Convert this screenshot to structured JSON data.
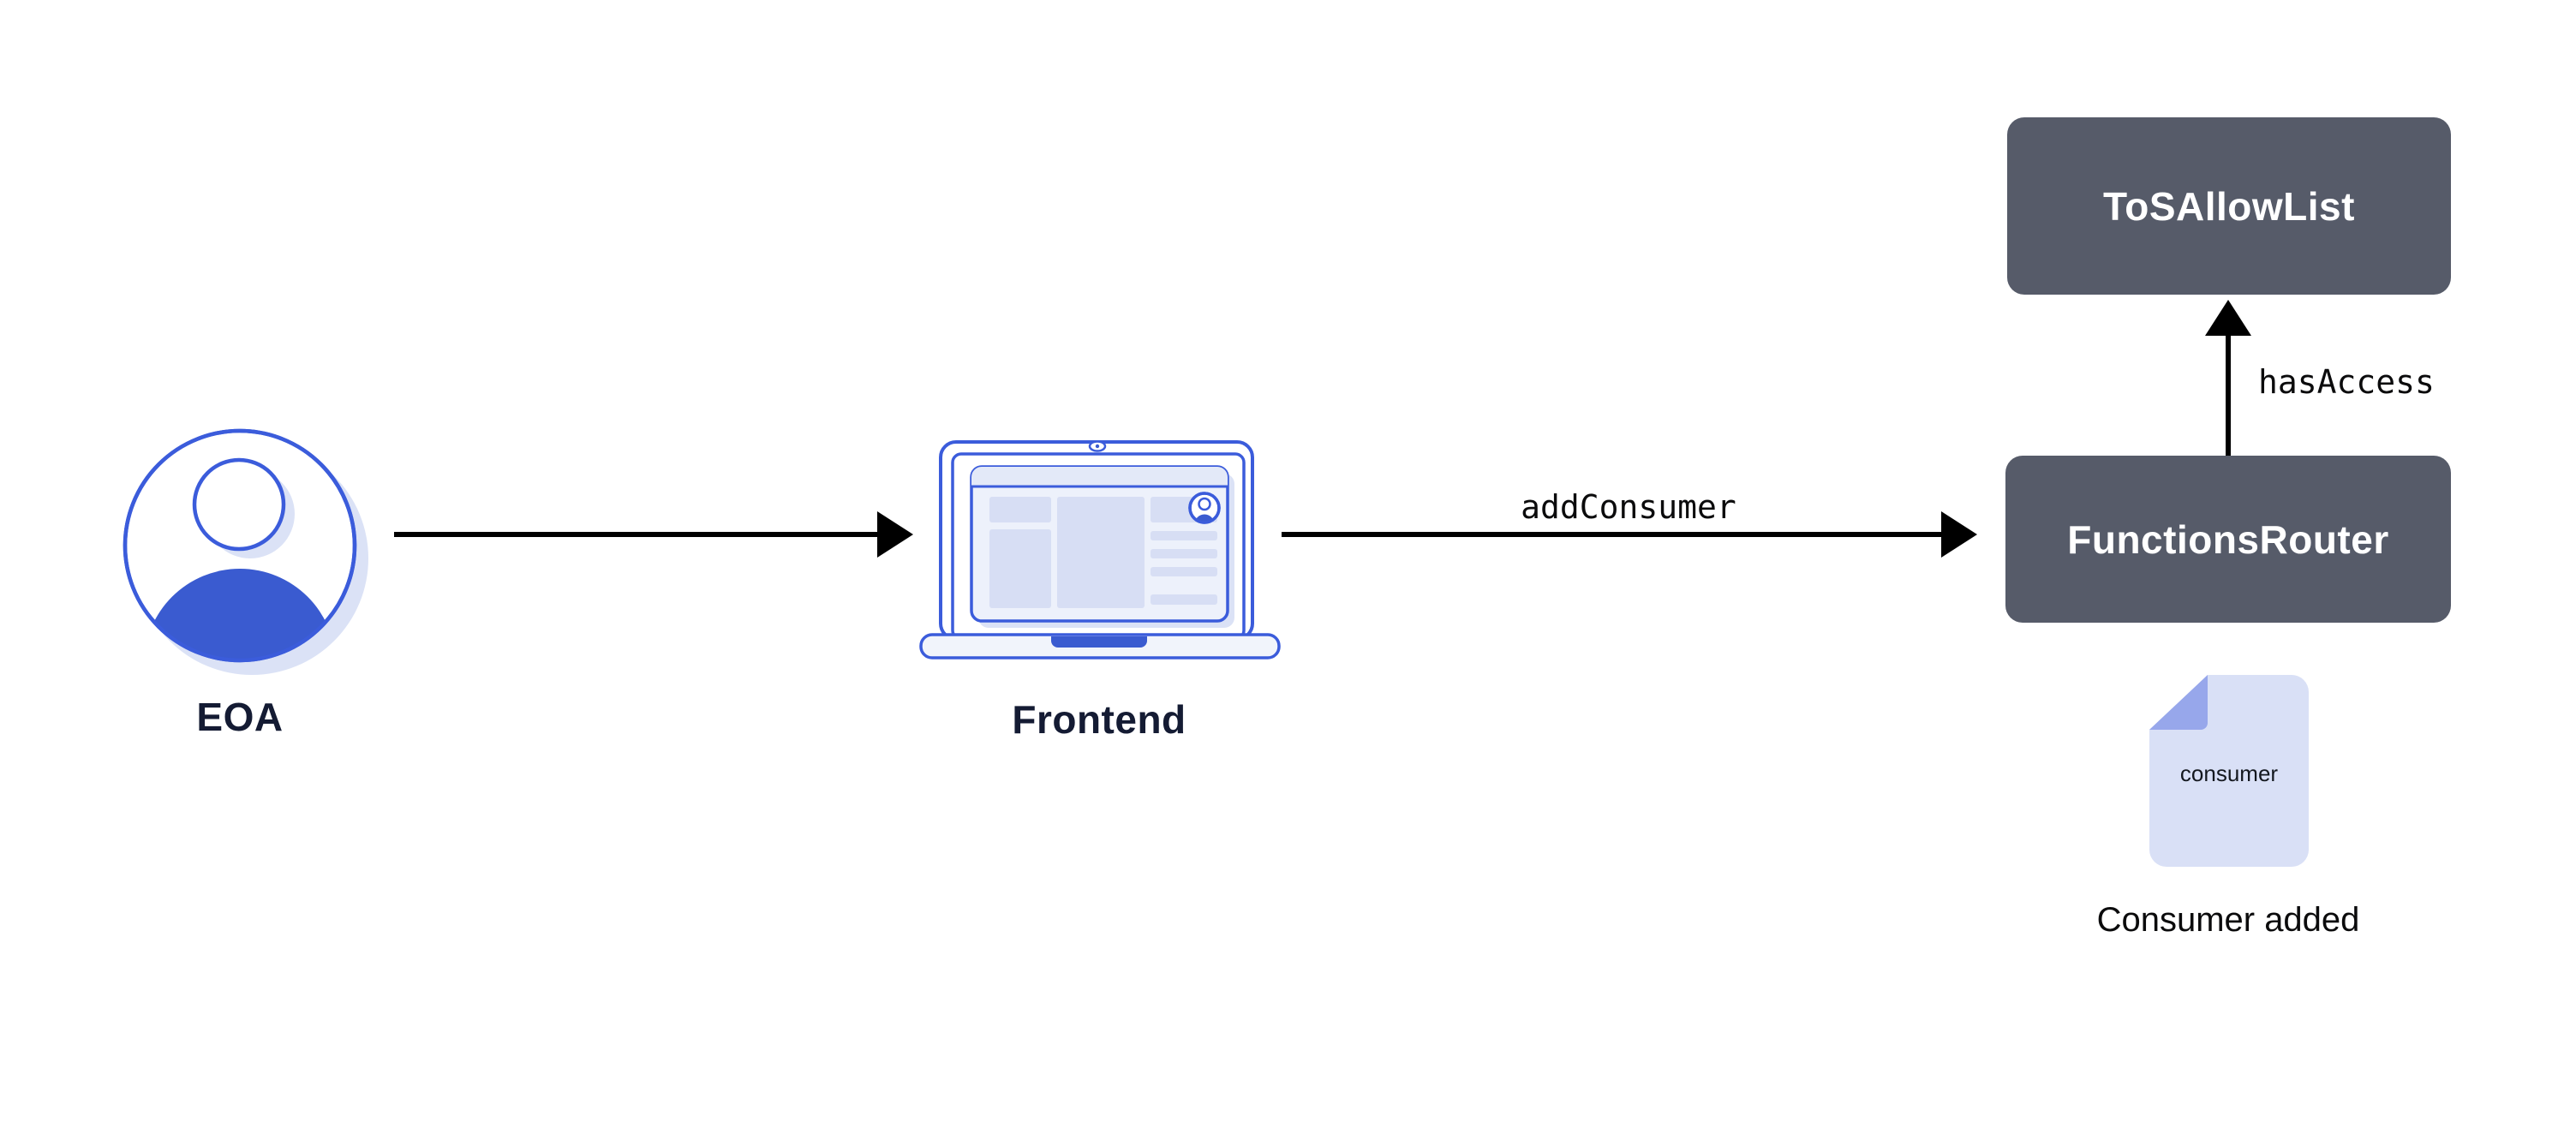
{
  "colors": {
    "blue_stroke": "#3B5CDB",
    "blue_fill": "#3A5BD0",
    "shadow_light": "#DBE2F6",
    "screen_bg": "#EDF1FB",
    "screen_topbar": "#E3E9F8",
    "screen_block": "#D7DEF4",
    "doc_fill": "#D9E0F6",
    "doc_fold": "#97A7EB",
    "node_box_bg": "#565B69",
    "node_box_text": "#FFFFFF",
    "label_text": "#141B33",
    "edge_color": "#000000"
  },
  "nodes": {
    "eoa": {
      "label": "EOA",
      "icon": "user-avatar-icon"
    },
    "frontend": {
      "label": "Frontend",
      "icon": "laptop-browser-icon"
    },
    "tos_allow_list": {
      "label": "ToSAllowList"
    },
    "functions_router": {
      "label": "FunctionsRouter"
    }
  },
  "edges": {
    "frontend_to_functions_router": {
      "label": "addConsumer"
    },
    "functions_router_to_tos_allow_list": {
      "label": "hasAccess"
    }
  },
  "artifact": {
    "icon": "document-icon",
    "file_label": "consumer",
    "caption": "Consumer added"
  }
}
